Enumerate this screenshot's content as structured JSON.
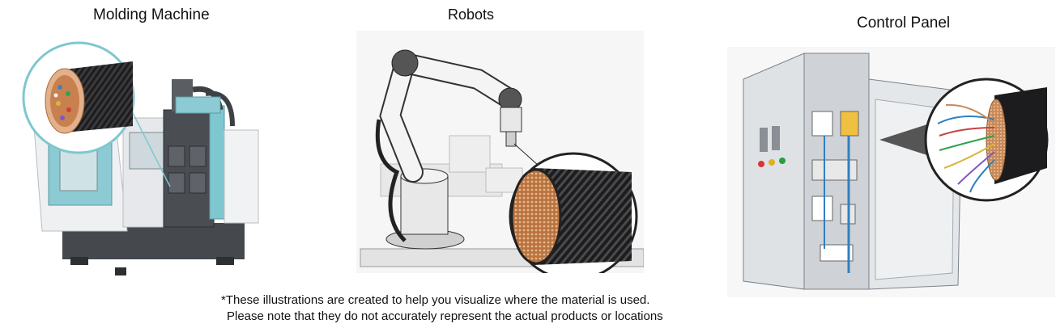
{
  "sections": [
    {
      "id": "molding",
      "label": "Molding Machine",
      "icon": "molding-machine-illustration"
    },
    {
      "id": "robots",
      "label": "Robots",
      "icon": "robot-arm-illustration"
    },
    {
      "id": "control",
      "label": "Control Panel",
      "icon": "control-panel-illustration"
    }
  ],
  "note": {
    "line1": "*These illustrations are created to help you visualize where the material is used.",
    "line2": "Please note that they do not accurately represent the actual products or locations"
  },
  "colors": {
    "teal_accent": "#7fc7cf",
    "machine_dark": "#4a4d52",
    "cable_black": "#1c1c1e",
    "copper": "#c9804f",
    "panel_gray": "#d9dcdf"
  }
}
